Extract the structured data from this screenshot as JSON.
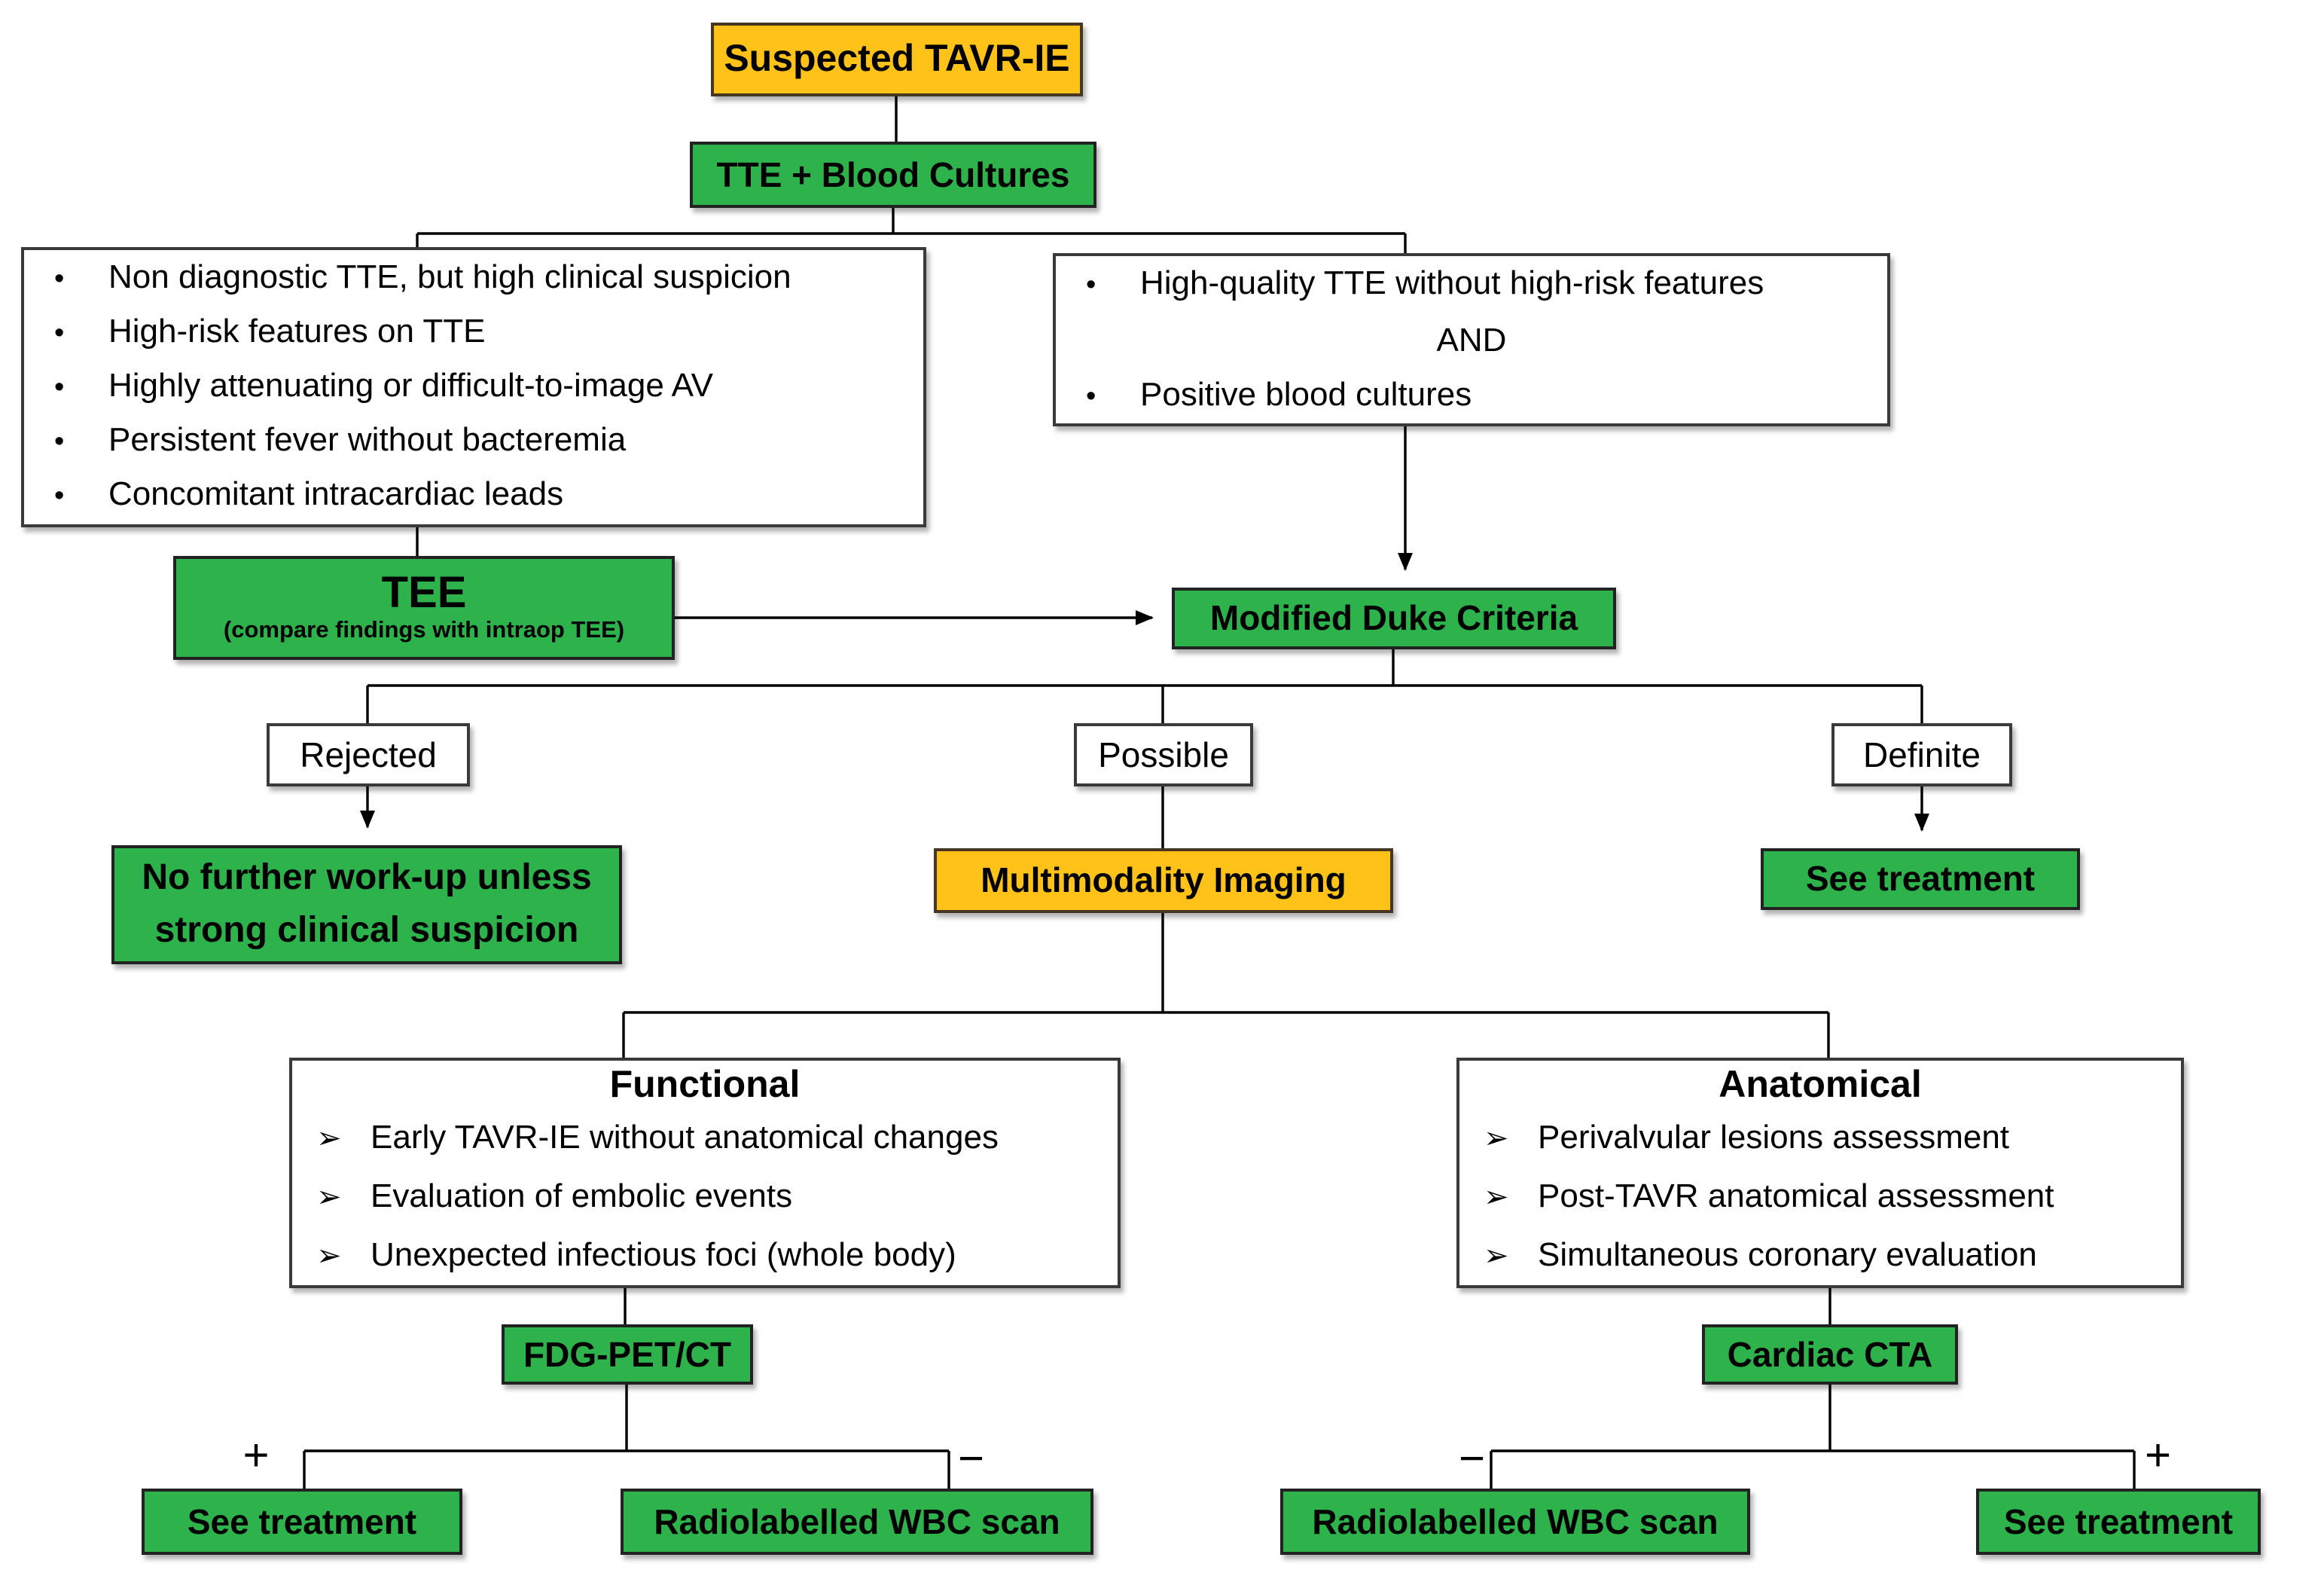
{
  "diagram": {
    "colors": {
      "action_green": "#2DB24C",
      "highlight_orange": "#FFC219",
      "line_black": "#000000"
    },
    "glyphs": {
      "bullet": "•",
      "arrow_bullet": "➢"
    },
    "nodes": {
      "suspected": {
        "label": "Suspected TAVR-IE"
      },
      "tte_blood_cultures": {
        "label": "TTE + Blood Cultures"
      },
      "tte_concern": {
        "bullets": [
          "Non diagnostic TTE, but high clinical suspicion",
          "High-risk features on TTE",
          "Highly attenuating or difficult-to-image AV",
          "Persistent fever without bacteremia",
          "Concomitant intracardiac leads"
        ]
      },
      "tte_reassuring": {
        "bullet_1": "High-quality TTE without high-risk features",
        "conjunction": "AND",
        "bullet_2": "Positive blood cultures"
      },
      "tee": {
        "label": "TEE",
        "sublabel": "(compare findings with intraop TEE)"
      },
      "duke": {
        "label": "Modified Duke Criteria"
      },
      "rejected": {
        "label": "Rejected"
      },
      "possible": {
        "label": "Possible"
      },
      "definite": {
        "label": "Definite"
      },
      "no_workup": {
        "label": "No further work-up unless strong clinical suspicion"
      },
      "multimodality": {
        "label": "Multimodality Imaging"
      },
      "see_treatment_definite": {
        "label": "See treatment"
      },
      "functional": {
        "title": "Functional",
        "bullets": [
          "Early TAVR-IE without anatomical changes",
          "Evaluation of embolic events",
          "Unexpected infectious foci (whole body)"
        ]
      },
      "anatomical": {
        "title": "Anatomical",
        "bullets": [
          "Perivalvular lesions assessment",
          "Post-TAVR anatomical assessment",
          "Simultaneous coronary evaluation"
        ]
      },
      "fdg_pet_ct": {
        "label": "FDG-PET/CT"
      },
      "cardiac_cta": {
        "label": "Cardiac CTA"
      },
      "see_treatment_fdg_positive": {
        "label": "See treatment"
      },
      "wbc_fdg_negative": {
        "label": "Radiolabelled WBC scan"
      },
      "wbc_cta_negative": {
        "label": "Radiolabelled WBC scan"
      },
      "see_treatment_cta_positive": {
        "label": "See treatment"
      }
    },
    "edge_labels": {
      "fdg_positive": "+",
      "fdg_negative": "−",
      "cta_negative": "−",
      "cta_positive": "+"
    }
  }
}
